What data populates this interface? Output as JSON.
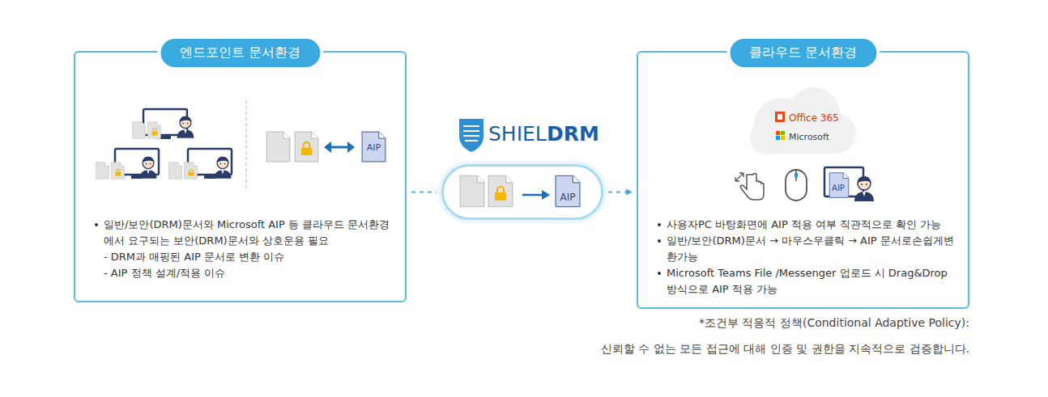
{
  "diagram": {
    "nodes": [
      {
        "text": [
          "엔드포인트 문서환경",
          "일반/보안(DRM)문서와 Microsoft AIP 등 클라우드 문서환경에서 요구되는 보안(DRM)문서와 상호운용 필요",
          "- DRM과 매핑된 AIP 문서로 변환 이슈",
          "- AIP 정책 설계/적용 이슈"
        ]
      },
      {
        "text": [
          "AIP"
        ]
      },
      {
        "text": [
          "클라우드 문서환경",
          "사용자PC 바탕화면에 AIP 적용 여부 직관적으로 확인 가능",
          "일반/보안(DRM)문서 → 마우스우클릭 → AIP 문서로손쉽게변환가능",
          "Microsoft Teams File /Messenger 업로드 시 Drag&Drop 방식으로 AIP 적용 가능"
        ]
      },
      {
        "text": [
          "Office 365",
          "Microsoft"
        ],
        "in": 2
      }
    ],
    "edges": [
      {
        "from": 0,
        "to": 1,
        "arrow": "none"
      },
      {
        "from": 1,
        "to": 2,
        "arrow": "to"
      }
    ],
    "labels": [
      "SHIEL",
      "DRM",
      "AIP",
      "AIP",
      "*조건부 적응적 정책(Conditional Adaptive Policy):",
      "신뢰할 수 없는 모든 접근에 대해 인증 및 권한을 지속적으로 검증합니다."
    ]
  }
}
